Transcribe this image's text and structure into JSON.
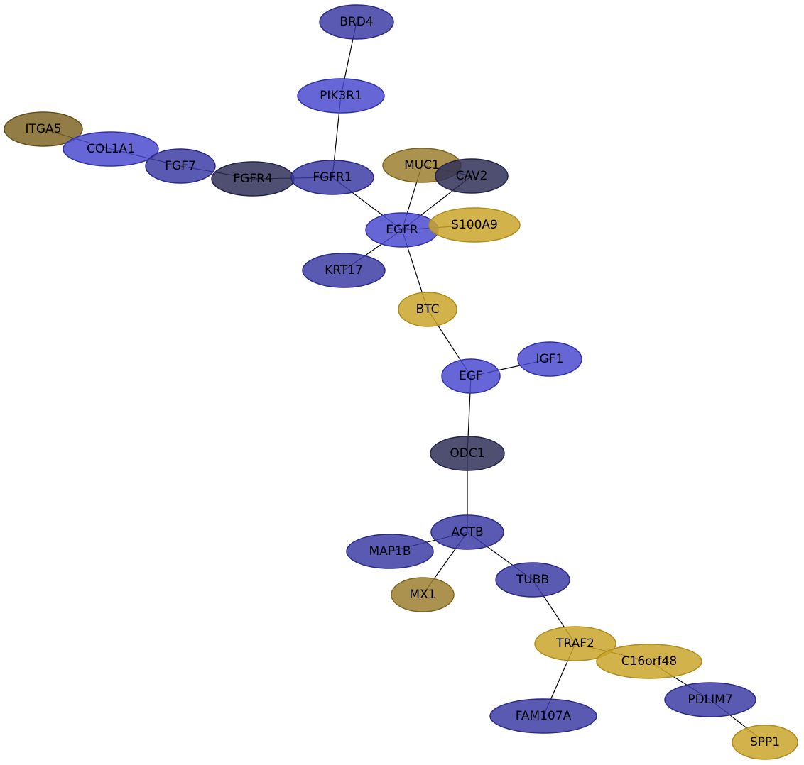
{
  "palette": {
    "blue": {
      "fill": "#4b4bcf",
      "stroke": "#3232a8"
    },
    "violet": {
      "fill": "#3d3da6",
      "stroke": "#2a2a88"
    },
    "slate": {
      "fill": "#303058",
      "stroke": "#22224a"
    },
    "gold": {
      "fill": "#c9a52c",
      "stroke": "#b08c1a"
    },
    "khaki": {
      "fill": "#9c8030",
      "stroke": "#7d661f"
    },
    "olive": {
      "fill": "#7e6624",
      "stroke": "#63501a"
    }
  },
  "nodes": [
    {
      "id": "BRD4",
      "label": "BRD4",
      "color": "violet"
    },
    {
      "id": "PIK3R1",
      "label": "PIK3R1",
      "color": "blue"
    },
    {
      "id": "ITGA5",
      "label": "ITGA5",
      "color": "olive"
    },
    {
      "id": "COL1A1",
      "label": "COL1A1",
      "color": "blue"
    },
    {
      "id": "FGF7",
      "label": "FGF7",
      "color": "violet"
    },
    {
      "id": "FGFR4",
      "label": "FGFR4",
      "color": "slate"
    },
    {
      "id": "FGFR1",
      "label": "FGFR1",
      "color": "violet"
    },
    {
      "id": "MUC1",
      "label": "MUC1",
      "color": "khaki"
    },
    {
      "id": "CAV2",
      "label": "CAV2",
      "color": "slate"
    },
    {
      "id": "EGFR",
      "label": "EGFR",
      "color": "blue"
    },
    {
      "id": "S100A9",
      "label": "S100A9",
      "color": "gold"
    },
    {
      "id": "KRT17",
      "label": "KRT17",
      "color": "violet"
    },
    {
      "id": "BTC",
      "label": "BTC",
      "color": "gold"
    },
    {
      "id": "EGF",
      "label": "EGF",
      "color": "blue"
    },
    {
      "id": "IGF1",
      "label": "IGF1",
      "color": "blue"
    },
    {
      "id": "ODC1",
      "label": "ODC1",
      "color": "slate"
    },
    {
      "id": "ACTB",
      "label": "ACTB",
      "color": "violet"
    },
    {
      "id": "MAP1B",
      "label": "MAP1B",
      "color": "violet"
    },
    {
      "id": "MX1",
      "label": "MX1",
      "color": "khaki"
    },
    {
      "id": "TUBB",
      "label": "TUBB",
      "color": "violet"
    },
    {
      "id": "TRAF2",
      "label": "TRAF2",
      "color": "gold"
    },
    {
      "id": "C16orf48",
      "label": "C16orf48",
      "color": "gold"
    },
    {
      "id": "FAM107A",
      "label": "FAM107A",
      "color": "violet"
    },
    {
      "id": "PDLIM7",
      "label": "PDLIM7",
      "color": "violet"
    },
    {
      "id": "SPP1",
      "label": "SPP1",
      "color": "gold"
    }
  ],
  "edges": [
    [
      "BRD4",
      "PIK3R1"
    ],
    [
      "PIK3R1",
      "FGFR1"
    ],
    [
      "ITGA5",
      "COL1A1"
    ],
    [
      "COL1A1",
      "FGF7"
    ],
    [
      "FGF7",
      "FGFR4"
    ],
    [
      "FGFR4",
      "FGFR1"
    ],
    [
      "FGFR1",
      "EGFR"
    ],
    [
      "MUC1",
      "EGFR"
    ],
    [
      "MUC1",
      "CAV2"
    ],
    [
      "CAV2",
      "EGFR"
    ],
    [
      "EGFR",
      "S100A9"
    ],
    [
      "EGFR",
      "KRT17"
    ],
    [
      "EGFR",
      "BTC"
    ],
    [
      "BTC",
      "EGF"
    ],
    [
      "EGF",
      "IGF1"
    ],
    [
      "EGF",
      "ODC1"
    ],
    [
      "ODC1",
      "ACTB"
    ],
    [
      "ACTB",
      "MAP1B"
    ],
    [
      "ACTB",
      "MX1"
    ],
    [
      "ACTB",
      "TUBB"
    ],
    [
      "TUBB",
      "TRAF2"
    ],
    [
      "TRAF2",
      "C16orf48"
    ],
    [
      "TRAF2",
      "FAM107A"
    ],
    [
      "C16orf48",
      "PDLIM7"
    ],
    [
      "PDLIM7",
      "SPP1"
    ]
  ]
}
